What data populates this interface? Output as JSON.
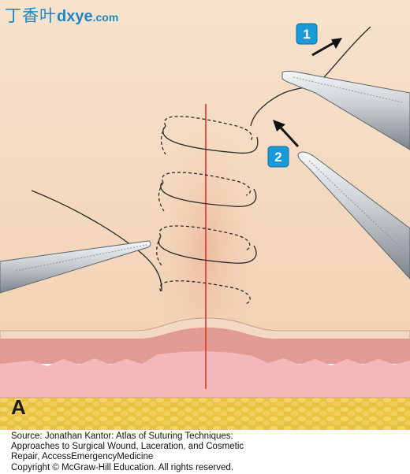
{
  "watermark": {
    "cn": "丁香叶",
    "site": "dxye",
    "tld": ".com"
  },
  "panel_label": "A",
  "steps": [
    {
      "label": "1"
    },
    {
      "label": "2"
    }
  ],
  "colors": {
    "skin": "#f6dcc4",
    "wound_line": "#d8362b",
    "dermis": "#e29b92",
    "subdermis": "#f3b6b9",
    "fat": "#e6c23e",
    "badge": "#1a9bd7",
    "suture": "#222222"
  },
  "caption": {
    "line1": "Source: Jonathan Kantor: Atlas of Suturing Techniques:",
    "line2": "Approaches to Surgical Wound, Laceration, and Cosmetic",
    "line3": "Repair, AccessEmergencyMedicine",
    "line4": "Copyright © McGraw-Hill Education. All rights reserved."
  }
}
